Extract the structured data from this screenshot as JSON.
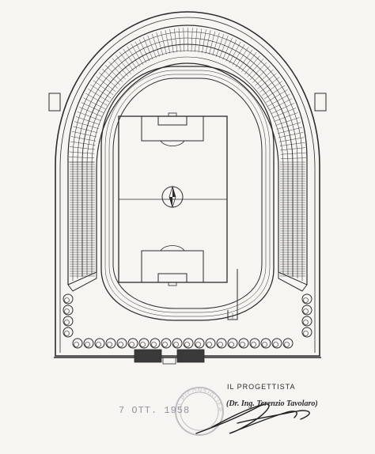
{
  "sheet": {
    "designer_label": "IL PROGETTISTA",
    "designer_name": "(Dr. Ing. Terenzio Tavolaro)",
    "date_stamp": "7 OTT. 1958",
    "seal_text": "IL PICONSIGLIERE"
  },
  "icons": {
    "compass": "north-arrow-icon",
    "trees": "tree-icon"
  },
  "colors": {
    "ink": "#2b2b2b",
    "paper": "#f6f5f1",
    "stamp": "#9a8fa0"
  }
}
